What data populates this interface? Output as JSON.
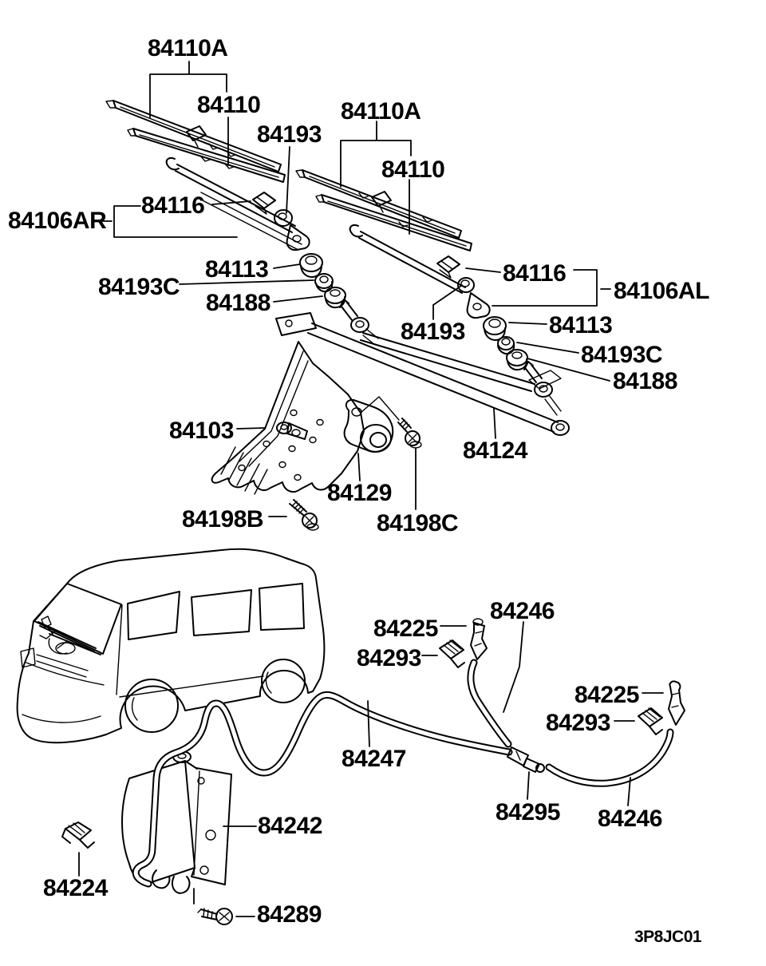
{
  "diagram": {
    "type": "exploded-parts-diagram",
    "subject": "Windshield wiper and washer system with van illustration",
    "background_color": "#ffffff",
    "line_color": "#000000",
    "code": "3P8JC01"
  },
  "labels": [
    {
      "id": "84110A-left",
      "text": "84110A"
    },
    {
      "id": "84110-left",
      "text": "84110"
    },
    {
      "id": "84193-left",
      "text": "84193"
    },
    {
      "id": "84110A-right",
      "text": "84110A"
    },
    {
      "id": "84110-right",
      "text": "84110"
    },
    {
      "id": "84116-left",
      "text": "84116"
    },
    {
      "id": "84106AR",
      "text": "84106AR"
    },
    {
      "id": "84113-left",
      "text": "84113"
    },
    {
      "id": "84193C-left",
      "text": "84193C"
    },
    {
      "id": "84188-left",
      "text": "84188"
    },
    {
      "id": "84116-right",
      "text": "84116"
    },
    {
      "id": "84106AL",
      "text": "84106AL"
    },
    {
      "id": "84193-right",
      "text": "84193"
    },
    {
      "id": "84113-right",
      "text": "84113"
    },
    {
      "id": "84193C-right",
      "text": "84193C"
    },
    {
      "id": "84188-right",
      "text": "84188"
    },
    {
      "id": "84103",
      "text": "84103"
    },
    {
      "id": "84124",
      "text": "84124"
    },
    {
      "id": "84129",
      "text": "84129"
    },
    {
      "id": "84198B",
      "text": "84198B"
    },
    {
      "id": "84198C",
      "text": "84198C"
    },
    {
      "id": "84225-left",
      "text": "84225"
    },
    {
      "id": "84246-upper",
      "text": "84246"
    },
    {
      "id": "84293-left",
      "text": "84293"
    },
    {
      "id": "84225-right",
      "text": "84225"
    },
    {
      "id": "84293-right",
      "text": "84293"
    },
    {
      "id": "84247",
      "text": "84247"
    },
    {
      "id": "84295",
      "text": "84295"
    },
    {
      "id": "84246-lower",
      "text": "84246"
    },
    {
      "id": "84242",
      "text": "84242"
    },
    {
      "id": "84224",
      "text": "84224"
    },
    {
      "id": "84289",
      "text": "84289"
    },
    {
      "id": "drawing-code",
      "text": "3P8JC01"
    }
  ]
}
